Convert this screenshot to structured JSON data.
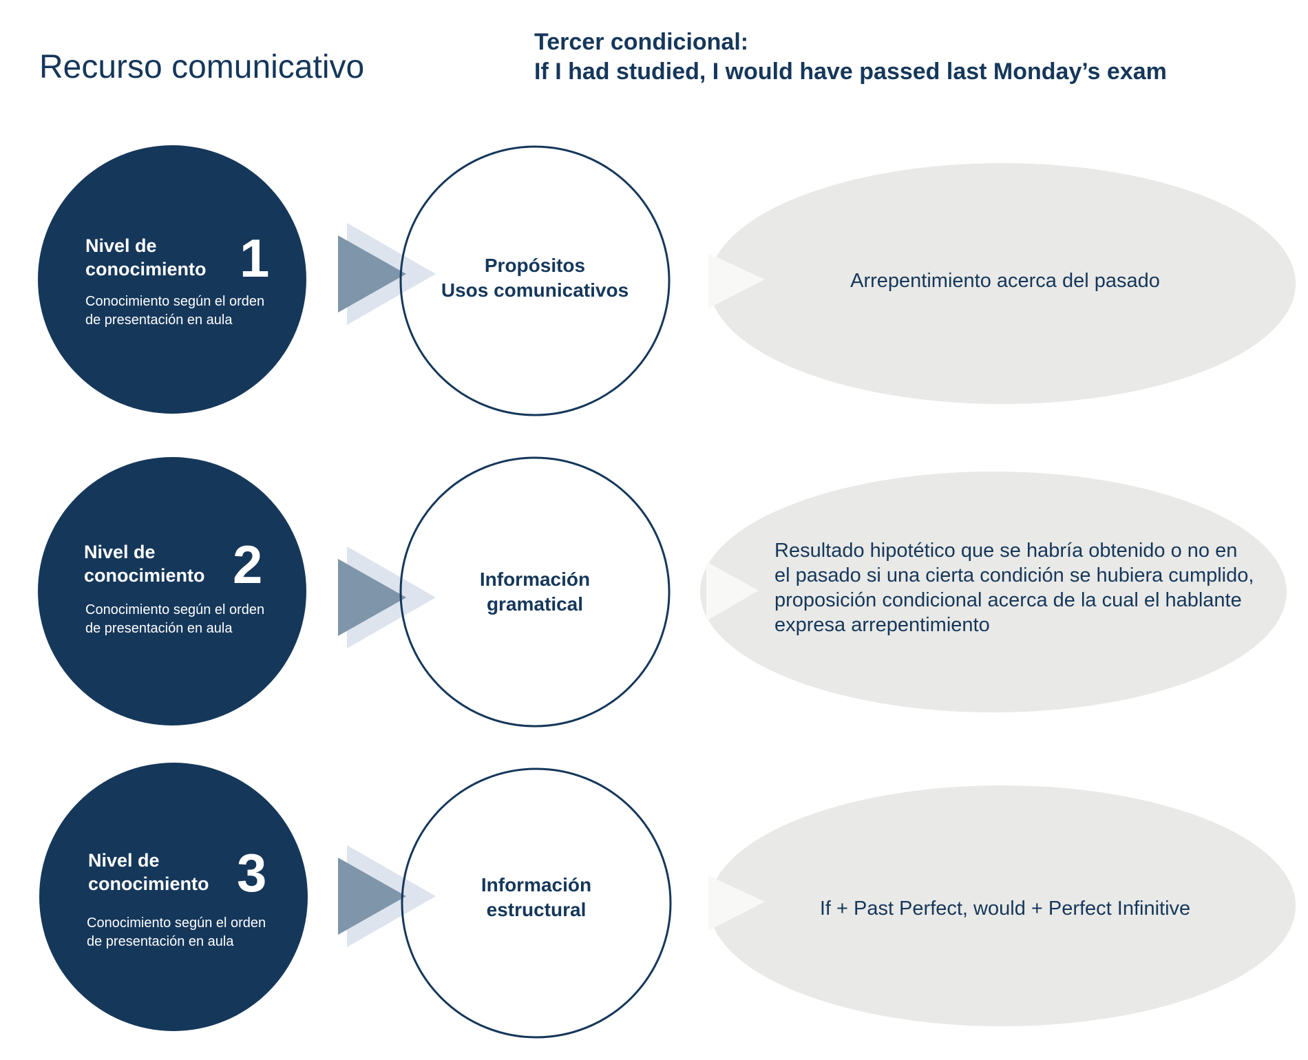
{
  "title": "Recurso comunicativo",
  "header": {
    "line1": "Tercer condicional:",
    "line2": "If I had studied, I would have passed last Monday’s exam"
  },
  "colors": {
    "dark": "#15375a",
    "gray": "#e9e9e7",
    "arrow_light": "#dde4ee",
    "arrow_dark": "#7f95aa"
  },
  "rows": [
    {
      "level_label": "Nivel de conocimiento",
      "level_line1": "Nivel de",
      "level_line2": "conocimiento",
      "number": "1",
      "sub": "Conocimiento según el orden de presentación en aula",
      "mid_line1": "Propósitos",
      "mid_line2": "Usos comunicativos",
      "desc": "Arrepentimiento acerca del pasado"
    },
    {
      "level_line1": "Nivel de",
      "level_line2": "conocimiento",
      "number": "2",
      "sub": "Conocimiento según el orden de presentación en aula",
      "mid_line1": "Información",
      "mid_line2": "gramatical",
      "desc": "Resultado hipotético que se habría obtenido o no en el pasado si una cierta condición se hubiera cumplido, proposición condicional acerca de la cual el hablante expresa arrepentimiento"
    },
    {
      "level_line1": "Nivel de",
      "level_line2": "conocimiento",
      "number": "3",
      "sub": "Conocimiento según el orden de presentación en aula",
      "mid_line1": "Información",
      "mid_line2": "estructural",
      "desc": "If + Past Perfect, would + Perfect Infinitive"
    }
  ]
}
